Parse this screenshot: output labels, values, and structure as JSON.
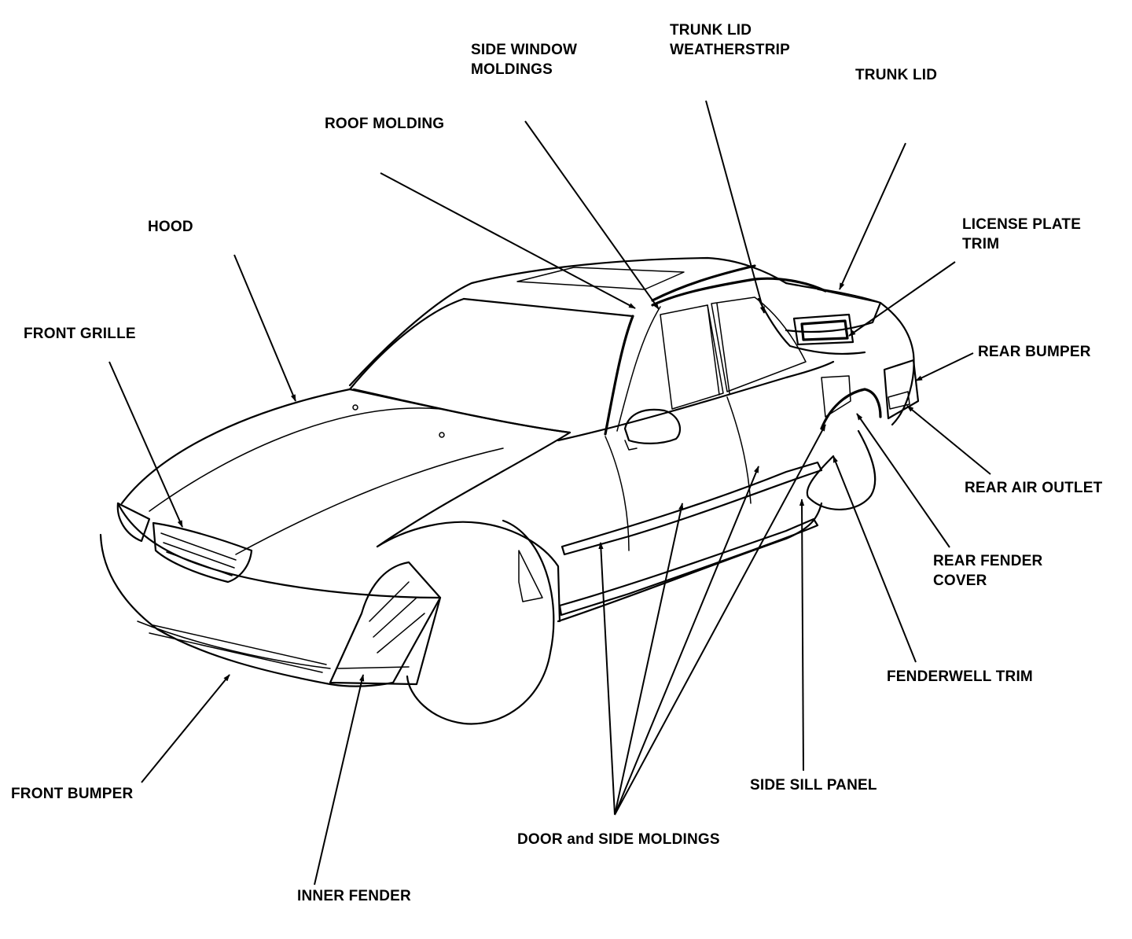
{
  "diagram": {
    "colors": {
      "ink": "#000000",
      "background": "#ffffff"
    },
    "labels": [
      {
        "id": "side-window-moldings",
        "lines": [
          "SIDE WINDOW",
          "MOLDINGS"
        ]
      },
      {
        "id": "trunk-lid-weatherstrip",
        "lines": [
          "TRUNK LID",
          "WEATHERSTRIP"
        ]
      },
      {
        "id": "trunk-lid",
        "lines": [
          "TRUNK LID"
        ]
      },
      {
        "id": "roof-molding",
        "lines": [
          "ROOF MOLDING"
        ]
      },
      {
        "id": "hood",
        "lines": [
          "HOOD"
        ]
      },
      {
        "id": "license-plate-trim",
        "lines": [
          "LICENSE PLATE",
          "TRIM"
        ]
      },
      {
        "id": "front-grille",
        "lines": [
          "FRONT GRILLE"
        ]
      },
      {
        "id": "rear-bumper",
        "lines": [
          "REAR BUMPER"
        ]
      },
      {
        "id": "rear-air-outlet",
        "lines": [
          "REAR AIR OUTLET"
        ]
      },
      {
        "id": "rear-fender-cover",
        "lines": [
          "REAR FENDER",
          "COVER"
        ]
      },
      {
        "id": "fenderwell-trim",
        "lines": [
          "FENDERWELL TRIM"
        ]
      },
      {
        "id": "side-sill-panel",
        "lines": [
          "SIDE SILL PANEL"
        ]
      },
      {
        "id": "front-bumper",
        "lines": [
          "FRONT BUMPER"
        ]
      },
      {
        "id": "door-and-side-moldings",
        "lines": [
          "DOOR and SIDE MOLDINGS"
        ]
      },
      {
        "id": "inner-fender",
        "lines": [
          "INNER FENDER"
        ]
      }
    ]
  }
}
